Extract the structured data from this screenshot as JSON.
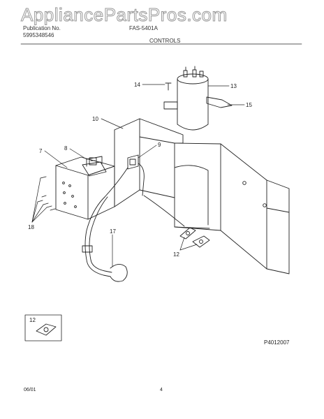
{
  "watermark": "AppliancePartsPros.com",
  "header": {
    "publication_label": "Publication No.",
    "publication_number": "5995348546",
    "model": "FAS-5401A",
    "section_title": "CONTROLS"
  },
  "callouts": {
    "c7": "7",
    "c8": "8",
    "c9": "9",
    "c10": "10",
    "c12": "12",
    "c12b": "12",
    "c13": "13",
    "c14": "14",
    "c15": "15",
    "c17": "17",
    "c18": "18"
  },
  "figure_code": "P4012007",
  "footer": {
    "date": "06/01",
    "page": "4"
  },
  "colors": {
    "line": "#222222",
    "watermark_outline": "#9a9a9a"
  }
}
